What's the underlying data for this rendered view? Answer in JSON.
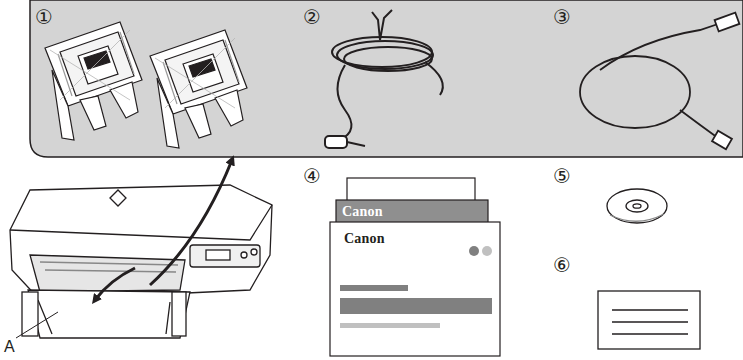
{
  "diagram": {
    "labels": [
      "①",
      "②",
      "③",
      "④",
      "⑤",
      "⑥",
      "A",
      "Canon",
      "Canon"
    ]
  }
}
